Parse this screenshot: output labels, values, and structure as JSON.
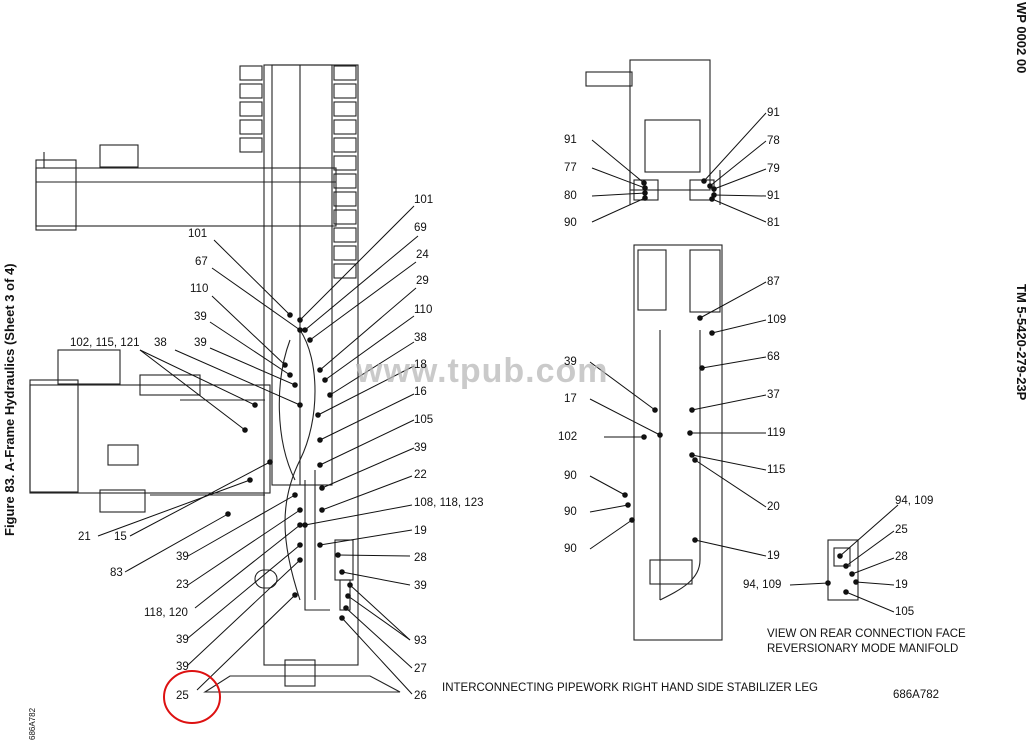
{
  "header": {
    "wp_number": "WP 0002 00",
    "tm_number": "TM 5-5420-279-23P",
    "figure_title": "Figure 83. A-Frame Hydraulics (Sheet 3 of 4)",
    "side_code": "686A782"
  },
  "watermark": "www.tpub.com",
  "captions": {
    "main": "INTERCONNECTING PIPEWORK RIGHT HAND SIDE  STABILIZER LEG",
    "view_line1": "VIEW ON REAR CONNECTION FACE",
    "view_line2": "REVERSIONARY MODE MANIFOLD",
    "drawing_number": "686A782"
  },
  "callouts": {
    "left_assembly": [
      "101",
      "101",
      "69",
      "67",
      "24",
      "110",
      "29",
      "39",
      "110",
      "39",
      "38",
      "102, 115, 121",
      "38",
      "18",
      "16",
      "105",
      "39",
      "21",
      "15",
      "22",
      "108, 118, 123",
      "83",
      "19",
      "39",
      "28",
      "23",
      "39",
      "118, 120",
      "93",
      "39",
      "27",
      "39",
      "25",
      "26"
    ],
    "top_detail": [
      "91",
      "91",
      "78",
      "77",
      "79",
      "80",
      "91",
      "90",
      "81"
    ],
    "right_leg": [
      "87",
      "109",
      "68",
      "39",
      "37",
      "17",
      "102",
      "119",
      "115",
      "90",
      "20",
      "90",
      "19",
      "90"
    ],
    "manifold": [
      "94, 109",
      "25",
      "28",
      "94, 109",
      "19",
      "105"
    ]
  },
  "annotation": {
    "circled_callout": "25"
  }
}
